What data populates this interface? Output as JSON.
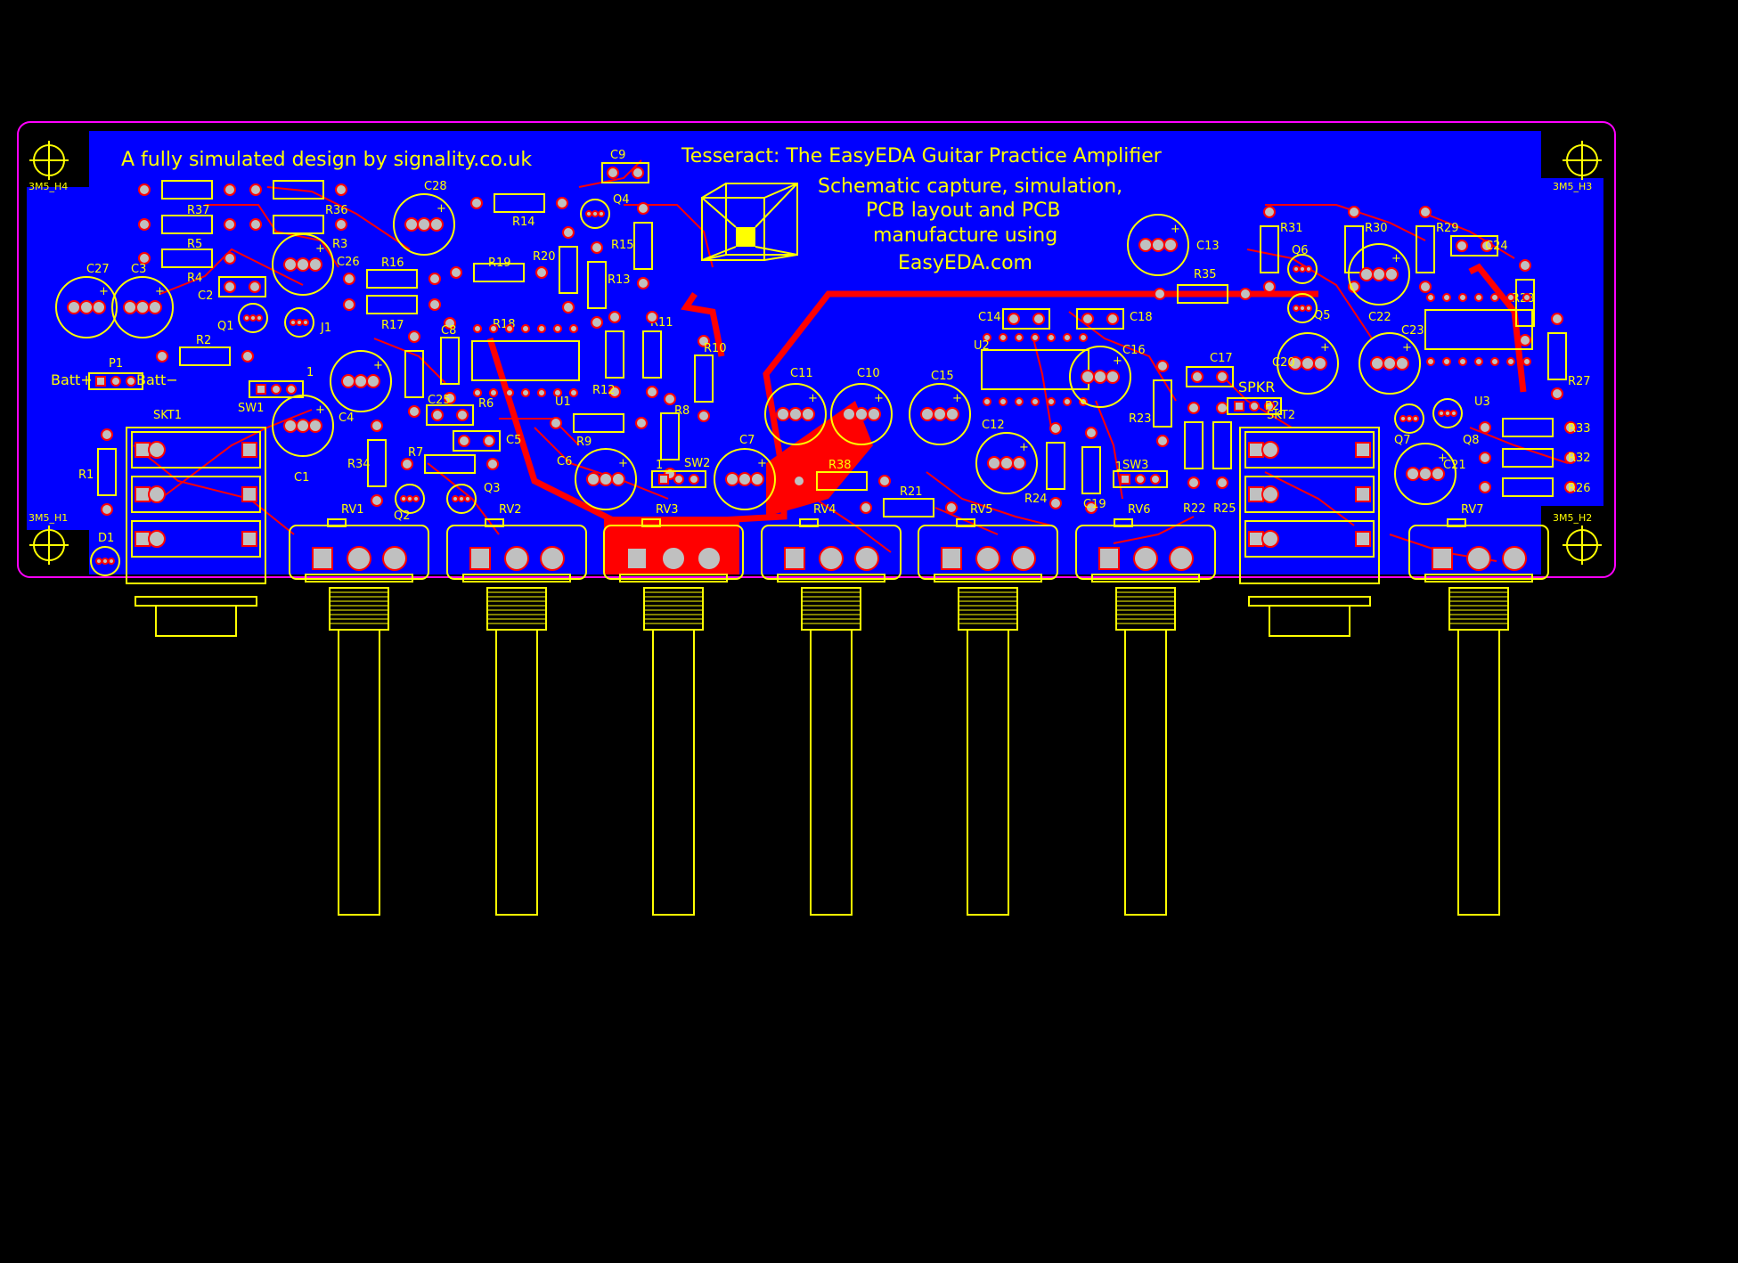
{
  "texts": {
    "credit": "A fully simulated design by signality.co.uk",
    "title": "Tesseract: The EasyEDA Guitar Practice Amplifier",
    "desc1": "Schematic capture, simulation,",
    "desc2": "PCB layout and PCB",
    "desc3": "manufacture using",
    "desc4": "EasyEDA.com",
    "batt_pos": "Batt+",
    "batt_neg": "Batt−",
    "spkr": "SPKR"
  },
  "mounting_holes": [
    {
      "label": "3M5_H4"
    },
    {
      "label": "3M5_H3"
    },
    {
      "label": "3M5_H1"
    },
    {
      "label": "3M5_H2"
    }
  ],
  "pots": [
    {
      "label": "RV1"
    },
    {
      "label": "RV2"
    },
    {
      "label": "RV3"
    },
    {
      "label": "RV4"
    },
    {
      "label": "RV5"
    },
    {
      "label": "RV6"
    },
    {
      "label": "RV7"
    }
  ],
  "sockets": [
    {
      "label": "SKT1"
    },
    {
      "label": "SKT2"
    }
  ],
  "components": [
    {
      "ref": "R37"
    },
    {
      "ref": "R36"
    },
    {
      "ref": "R5"
    },
    {
      "ref": "R3"
    },
    {
      "ref": "R4"
    },
    {
      "ref": "C28"
    },
    {
      "ref": "C27"
    },
    {
      "ref": "C3"
    },
    {
      "ref": "C2"
    },
    {
      "ref": "C26"
    },
    {
      "ref": "Q1"
    },
    {
      "ref": "J1"
    },
    {
      "ref": "R16"
    },
    {
      "ref": "R19"
    },
    {
      "ref": "R14"
    },
    {
      "ref": "R2"
    },
    {
      "ref": "R17"
    },
    {
      "ref": "C8"
    },
    {
      "ref": "R18"
    },
    {
      "ref": "Q4"
    },
    {
      "ref": "C9"
    },
    {
      "ref": "R20"
    },
    {
      "ref": "R15"
    },
    {
      "ref": "R13"
    },
    {
      "ref": "R11"
    },
    {
      "ref": "R10"
    },
    {
      "ref": "U1"
    },
    {
      "ref": "R12"
    },
    {
      "ref": "P1"
    },
    {
      "ref": "SW1"
    },
    {
      "ref": "C4"
    },
    {
      "ref": "C25"
    },
    {
      "ref": "R6"
    },
    {
      "ref": "C5"
    },
    {
      "ref": "R9"
    },
    {
      "ref": "R8"
    },
    {
      "ref": "C6"
    },
    {
      "ref": "SW2"
    },
    {
      "ref": "C7"
    },
    {
      "ref": "R7"
    },
    {
      "ref": "R34"
    },
    {
      "ref": "C1"
    },
    {
      "ref": "Q3"
    },
    {
      "ref": "Q2"
    },
    {
      "ref": "R1"
    },
    {
      "ref": "D1"
    },
    {
      "ref": "C11"
    },
    {
      "ref": "C10"
    },
    {
      "ref": "C15"
    },
    {
      "ref": "R38"
    },
    {
      "ref": "R21"
    },
    {
      "ref": "C14"
    },
    {
      "ref": "C18"
    },
    {
      "ref": "U2"
    },
    {
      "ref": "C16"
    },
    {
      "ref": "C12"
    },
    {
      "ref": "R24"
    },
    {
      "ref": "C19"
    },
    {
      "ref": "SW3"
    },
    {
      "ref": "R23"
    },
    {
      "ref": "C17"
    },
    {
      "ref": "C13"
    },
    {
      "ref": "R35"
    },
    {
      "ref": "R22"
    },
    {
      "ref": "R25"
    },
    {
      "ref": "P2"
    },
    {
      "ref": "R31"
    },
    {
      "ref": "Q6"
    },
    {
      "ref": "R30"
    },
    {
      "ref": "Q5"
    },
    {
      "ref": "C20"
    },
    {
      "ref": "C22"
    },
    {
      "ref": "C23"
    },
    {
      "ref": "R29"
    },
    {
      "ref": "C24"
    },
    {
      "ref": "R28"
    },
    {
      "ref": "U3"
    },
    {
      "ref": "R27"
    },
    {
      "ref": "Q7"
    },
    {
      "ref": "Q8"
    },
    {
      "ref": "C21"
    },
    {
      "ref": "R33"
    },
    {
      "ref": "R32"
    },
    {
      "ref": "R26"
    }
  ],
  "pin1_marks": [
    "1",
    "1",
    "1"
  ],
  "colors": {
    "board": "#0000ff",
    "outline": "#ff00ff",
    "silkscreen": "#ffff00",
    "copper": "#ff0000",
    "pad": "#c0c0c0",
    "background": "#000000"
  }
}
